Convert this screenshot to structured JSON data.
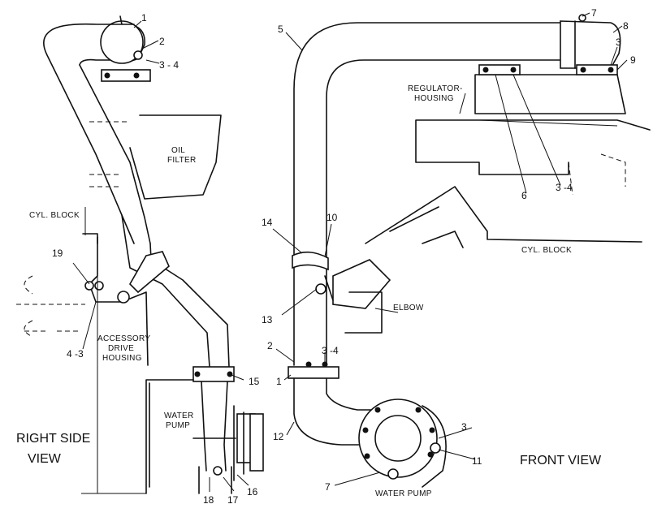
{
  "right_view": {
    "title_line1": "RIGHT SIDE",
    "title_line2": "VIEW",
    "labels": {
      "cyl_block": "CYL. BLOCK",
      "oil_line1": "OIL",
      "oil_line2": "FILTER",
      "acc_line1": "ACCESSORY",
      "acc_line2": "DRIVE",
      "acc_line3": "HOUSING",
      "wp_line1": "WATER",
      "wp_line2": "PUMP"
    },
    "callouts": {
      "c1": "1",
      "c2": "2",
      "c34": "3 - 4",
      "c19": "19",
      "c43": "4 -3",
      "c15": "15",
      "c18": "18",
      "c17": "17",
      "c16": "16"
    }
  },
  "front_view": {
    "title": "FRONT VIEW",
    "labels": {
      "reg_line1": "REGULATOR-",
      "reg_line2": "HOUSING",
      "cyl_block": "CYL. BLOCK",
      "elbow": "ELBOW",
      "water_pump": "WATER PUMP"
    },
    "callouts": {
      "c5": "5",
      "c7top": "7",
      "c8": "8",
      "c3top": "3",
      "c9": "9",
      "c6": "6",
      "c34mid": "3 -4",
      "c14": "14",
      "c10": "10",
      "c13": "13",
      "c2": "2",
      "c34low": "3 -4",
      "c1": "1",
      "c12": "12",
      "c3low": "3",
      "c11": "11",
      "c7low": "7"
    }
  }
}
